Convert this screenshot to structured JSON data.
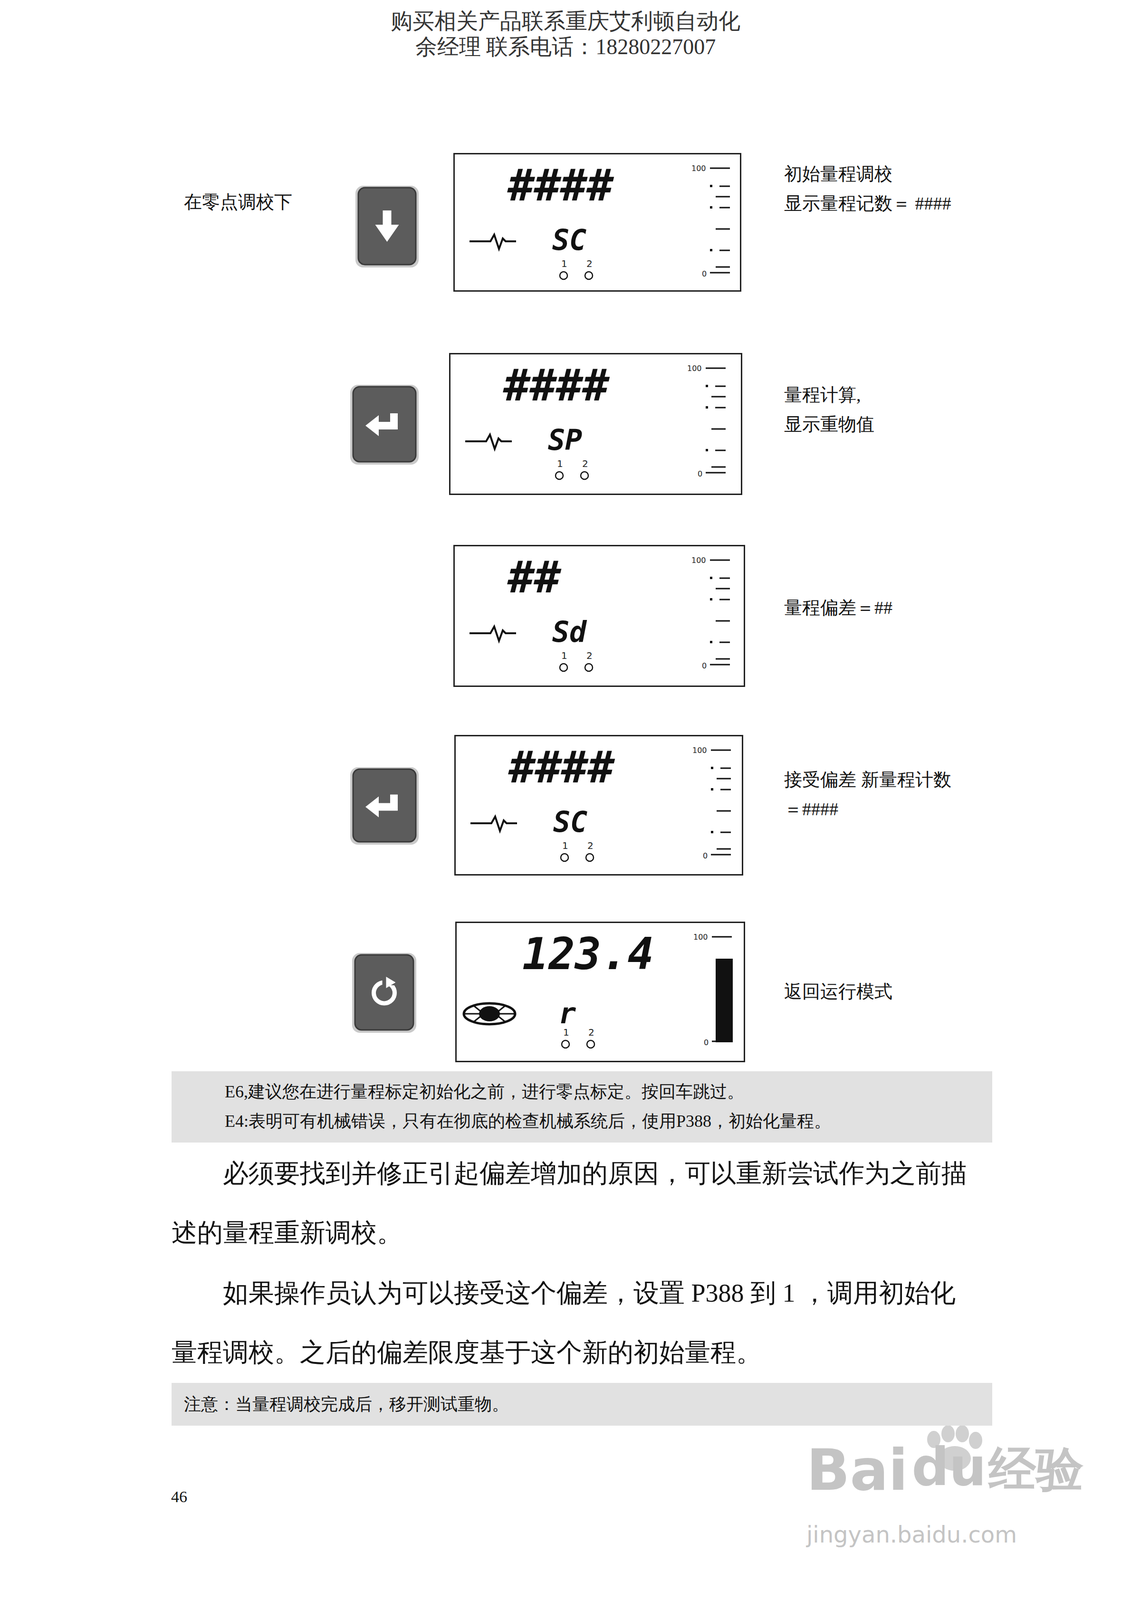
{
  "diagram": {
    "nodes": [
      {
        "text": [
          "####",
          "SC",
          "1",
          "2",
          "100",
          "0"
        ]
      },
      {
        "text": [
          "####",
          "SP",
          "1",
          "2",
          "100",
          "0"
        ]
      },
      {
        "text": [
          "##",
          "Sd",
          "1",
          "2",
          "100",
          "0"
        ]
      },
      {
        "text": [
          "####",
          "SC",
          "1",
          "2",
          "100",
          "0"
        ]
      },
      {
        "text": [
          "123.4",
          "r",
          "1",
          "2",
          "100",
          "0"
        ]
      },
      {
        "text": [
          "E6,建议您在进行量程标定初始化之前，进行零点标定。按回车跳过。",
          "E4:表明可有机械错误，只有在彻底的检查机械系统后，使用P388，初始化量程。"
        ]
      },
      {
        "text": [
          "注意：当量程调校完成后，移开测试重物。"
        ]
      }
    ],
    "labels": [
      "购买相关产品联系重庆艾利顿自动化",
      "余经理 联系电话：18280227007",
      "在零点调校下",
      "初始量程调校 显示量程记数＝ ####",
      "量程计算, 显示重物值",
      "量程偏差＝##",
      "接受偏差 新量程计数＝####",
      "返回运行模式",
      "必须要找到并修正引起偏差增加的原因，可以重新尝试作为之前描述的量程重新调校。",
      "如果操作员认为可以接受这个偏差，设置 P388 到 1 ，调用初始化量程调校。之后的偏差限度基于这个新的初始量程。",
      "46",
      "Bai",
      "du",
      "经验",
      "jingyan.baidu.com"
    ]
  }
}
